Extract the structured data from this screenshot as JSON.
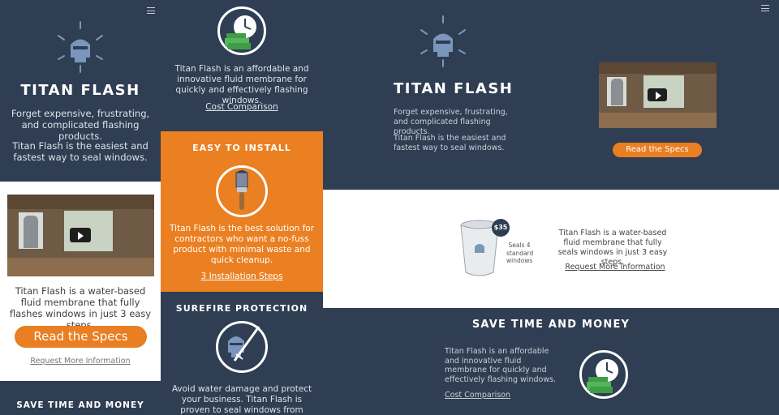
{
  "mobile": {
    "brand": "TITAN FLASH",
    "hero_line1": "Forget expensive, frustrating, and complicated flashing products.",
    "hero_line2": "Titan Flash is the easiest and fastest way to seal windows.",
    "video_desc": "Titan Flash is a water-based fluid membrane that fully flashes windows in just 3 easy steps.",
    "read_specs": "Read the Specs",
    "request_info": "Request More Information",
    "save_title": "SAVE TIME AND MONEY"
  },
  "tablet": {
    "save_desc": "Titan Flash is an affordable and innovative fluid membrane for quickly and effectively flashing windows.",
    "cost_link": "Cost Comparison",
    "install_title": "EASY TO INSTALL",
    "install_desc": "Titan Flash is the best solution for contractors who want a no-fuss product with minimal waste and quick cleanup.",
    "install_link": "3 Installation Steps",
    "protect_title": "SUREFIRE PROTECTION",
    "protect_desc": "Avoid water damage and protect your business. Titan Flash is proven to seal windows from water intrusion better"
  },
  "desktop": {
    "brand": "TITAN FLASH",
    "hero_line1": "Forget expensive, frustrating, and complicated flashing products.",
    "hero_line2": "Titan Flash is the easiest and fastest way to seal windows.",
    "read_specs": "Read the Specs",
    "price": "$35",
    "bucket_note": "Seals 4 standard windows",
    "product_desc": "Titan Flash is a water-based fluid membrane that fully seals windows in just 3 easy steps.",
    "request_info": "Request More Information",
    "save_title": "SAVE TIME AND MONEY",
    "save_desc": "Titan Flash is an affordable and innovative fluid membrane for quickly and effectively flashing windows.",
    "cost_link": "Cost Comparison"
  },
  "colors": {
    "navy": "#2f3e52",
    "orange": "#ea8022",
    "white": "#ffffff"
  }
}
